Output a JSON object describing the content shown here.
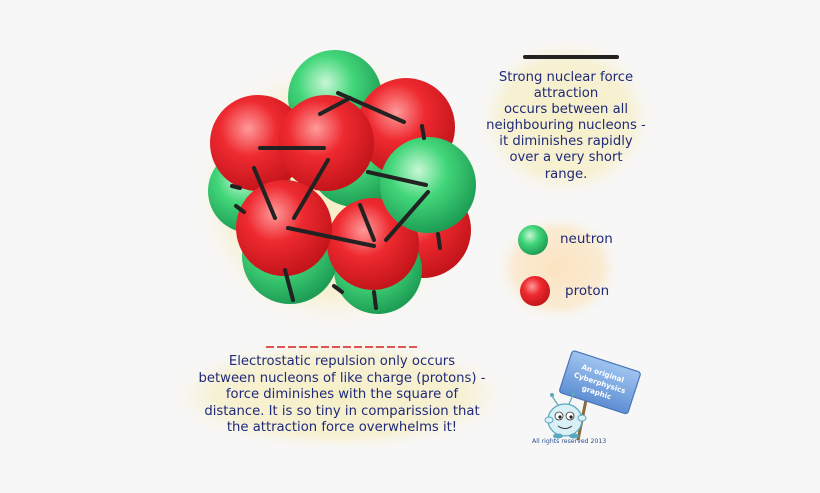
{
  "callouts": {
    "strong_force": [
      "Strong nuclear force",
      "attraction",
      "occurs between all",
      "neighbouring nucleons -",
      "it diminishes rapidly",
      "over a very short",
      "range."
    ],
    "repulsion": [
      "Electrostatic repulsion only occurs",
      "between nucleons of like charge (protons) -",
      "force diminishes with the square of",
      "distance. It is so tiny in comparission  that",
      "the attraction force overwhelms it!"
    ]
  },
  "legend": {
    "neutron": "neutron",
    "proton": "proton",
    "neutron_color": "#2ecc71",
    "proton_color": "#e8262c"
  },
  "mascot": {
    "sign_lines": [
      "An original",
      "Cyberphysics",
      "graphic"
    ],
    "copyright": "All rights reserved 2013"
  }
}
